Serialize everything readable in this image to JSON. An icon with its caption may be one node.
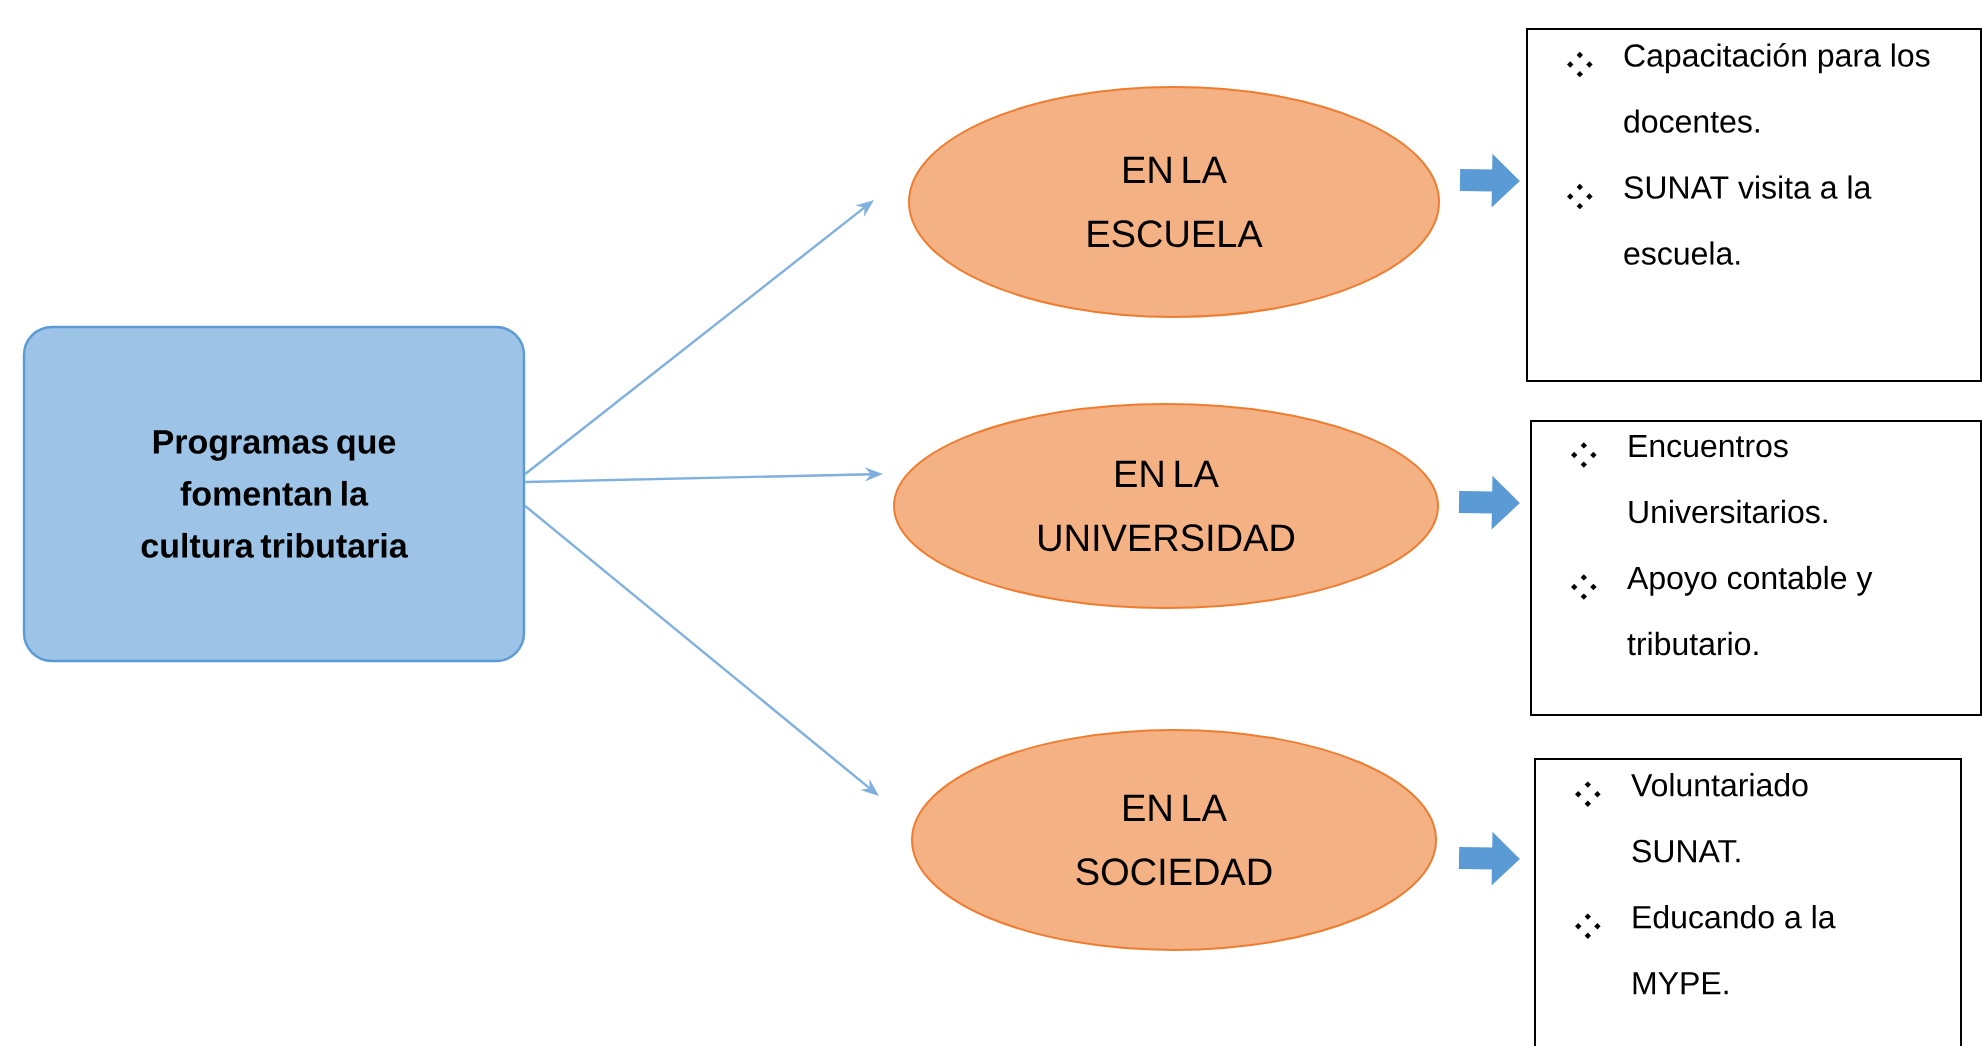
{
  "diagram": {
    "nodes": [
      {
        "text": [
          "Programas que fomentan la cultura tributaria"
        ]
      },
      {
        "text": [
          "EN LA ESCUELA"
        ]
      },
      {
        "text": [
          "EN LA UNIVERSIDAD"
        ]
      },
      {
        "text": [
          "EN LA SOCIEDAD"
        ]
      },
      {
        "text": [
          "Capacitación para los docentes.",
          "SUNAT visita a la escuela."
        ]
      },
      {
        "text": [
          "Encuentros Universitarios.",
          "Apoyo contable y tributario."
        ]
      },
      {
        "text": [
          "Voluntariado SUNAT.",
          "Educando a la MYPE."
        ]
      }
    ],
    "edges": [
      {
        "from": 0,
        "to": 1,
        "arrow": "to"
      },
      {
        "from": 0,
        "to": 2,
        "arrow": "to"
      },
      {
        "from": 0,
        "to": 3,
        "arrow": "to"
      },
      {
        "from": 1,
        "to": 4,
        "arrow": "to",
        "style": "thick",
        "color": "#5b9bd5"
      },
      {
        "from": 2,
        "to": 5,
        "arrow": "to",
        "style": "thick",
        "color": "#5b9bd5"
      },
      {
        "from": 3,
        "to": 6,
        "arrow": "to",
        "style": "thick",
        "color": "#5b9bd5"
      }
    ]
  }
}
